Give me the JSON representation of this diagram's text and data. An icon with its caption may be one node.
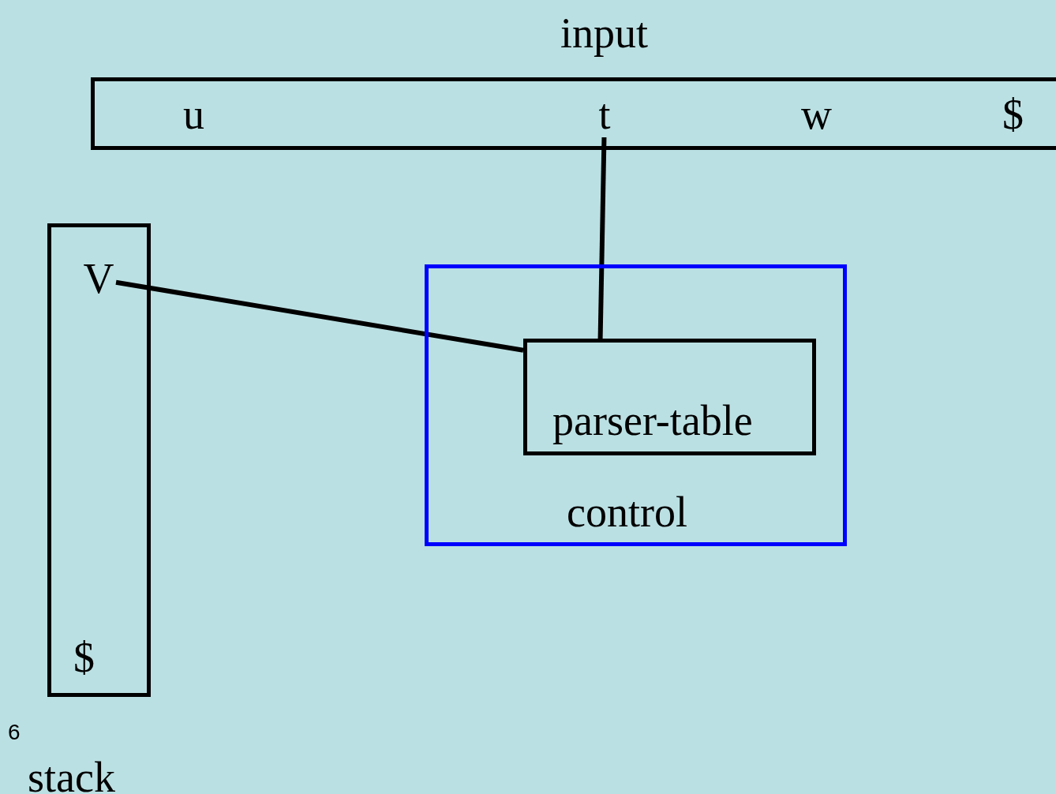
{
  "diagram": {
    "nodes": [
      {
        "text": [
          "input"
        ]
      },
      {
        "text": [
          "t"
        ],
        "in": 0
      },
      {
        "text": [
          "stack"
        ]
      },
      {
        "text": [
          "V"
        ],
        "in": 2
      },
      {
        "text": [
          "control"
        ]
      },
      {
        "text": [
          "parser-table"
        ],
        "in": 4
      }
    ],
    "edges": [
      {
        "from": 1,
        "to": 5,
        "arrow": "none"
      },
      {
        "from": 3,
        "to": 5,
        "arrow": "none"
      }
    ],
    "labels": [
      "u",
      "w",
      "$",
      "$",
      "6"
    ]
  }
}
